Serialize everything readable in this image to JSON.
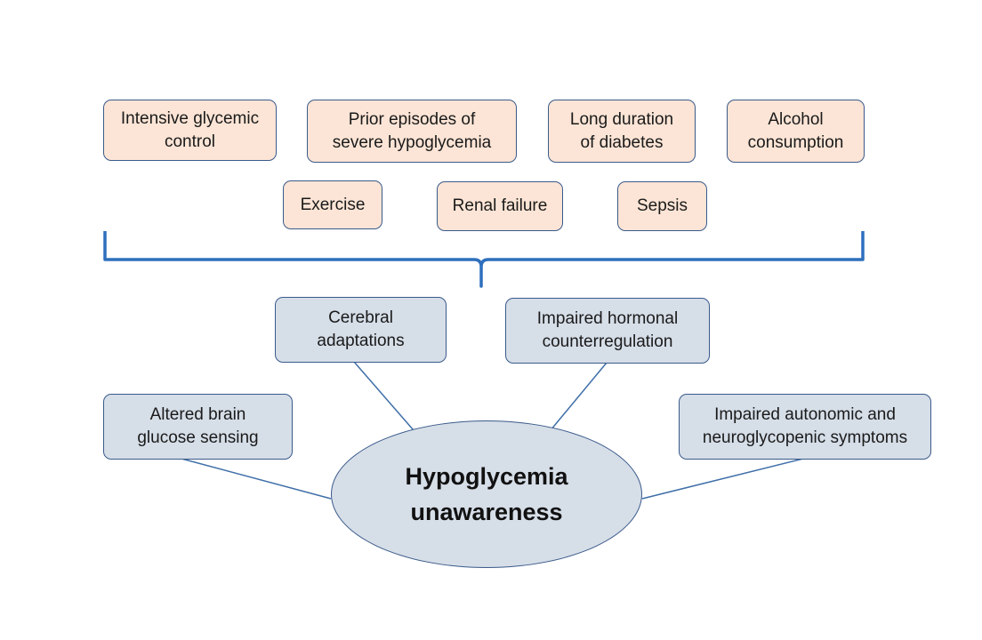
{
  "colors": {
    "risk_fill": "#fce5d6",
    "mechanism_fill": "#d6dee8",
    "border": "#3a5a8a",
    "connector": "#3f6fa8",
    "brace": "#2e6fbd"
  },
  "risk_factors": [
    {
      "lines": [
        "Intensive glycemic",
        "control"
      ]
    },
    {
      "lines": [
        "Prior episodes of",
        "severe hypoglycemia"
      ]
    },
    {
      "lines": [
        "Long duration",
        "of diabetes"
      ]
    },
    {
      "lines": [
        "Alcohol",
        "consumption"
      ]
    },
    {
      "lines": [
        "Exercise"
      ]
    },
    {
      "lines": [
        "Renal failure"
      ]
    },
    {
      "lines": [
        "Sepsis"
      ]
    }
  ],
  "mechanisms": [
    {
      "lines": [
        "Cerebral",
        "adaptations"
      ]
    },
    {
      "lines": [
        "Impaired hormonal",
        "counterregulation"
      ]
    },
    {
      "lines": [
        "Altered brain",
        "glucose sensing"
      ]
    },
    {
      "lines": [
        "Impaired autonomic and",
        "neuroglycopenic symptoms"
      ]
    }
  ],
  "center": {
    "lines": [
      "Hypoglycemia",
      "unawareness"
    ]
  }
}
